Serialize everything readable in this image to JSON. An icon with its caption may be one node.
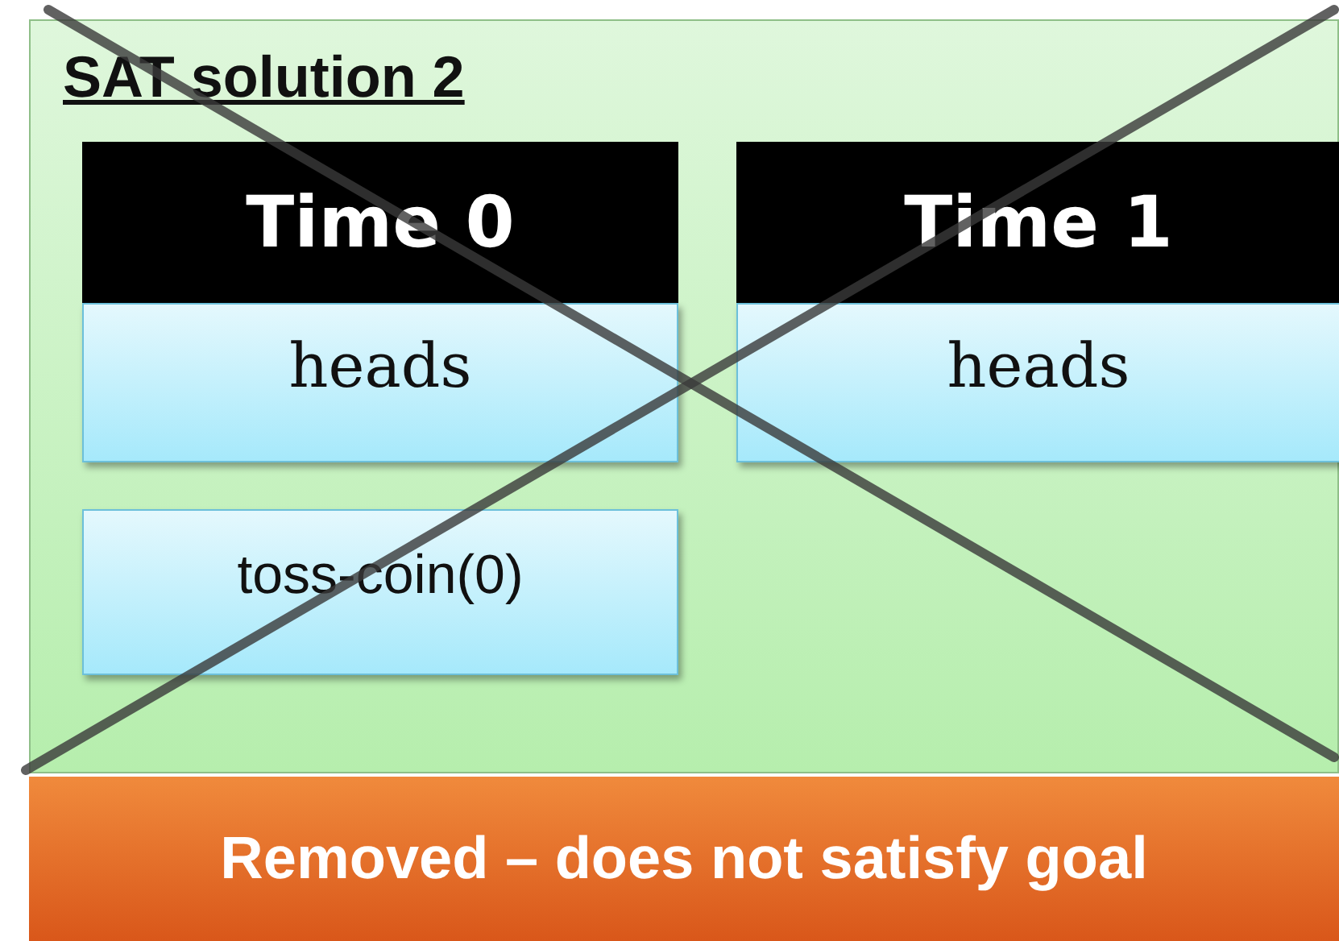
{
  "diagram": {
    "nodes": [
      {
        "text": [
          "SAT solution 2"
        ]
      },
      {
        "text": [
          "Time 0"
        ],
        "in": 0
      },
      {
        "text": [
          "heads"
        ],
        "in": 0
      },
      {
        "text": [
          "Time 1"
        ],
        "in": 0
      },
      {
        "text": [
          "heads"
        ],
        "in": 0
      },
      {
        "text": [
          "toss-coin(0)"
        ],
        "in": 0
      },
      {
        "text": [
          "Removed – does not satisfy goal"
        ]
      }
    ]
  }
}
